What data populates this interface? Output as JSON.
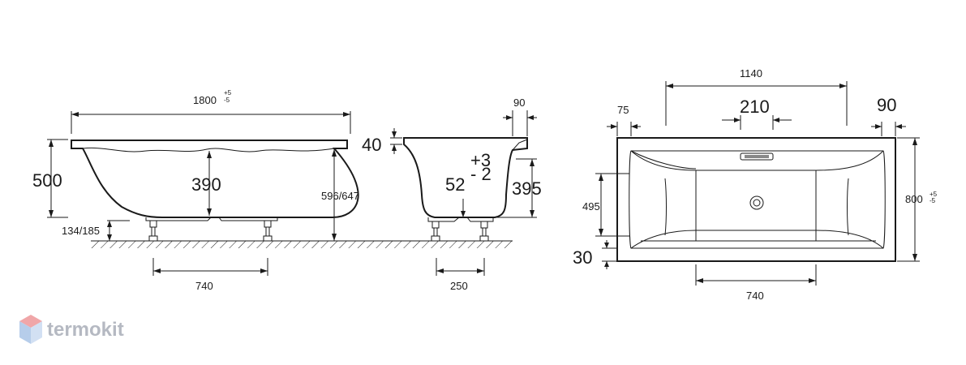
{
  "side_view": {
    "length": "1800",
    "length_tol_plus": "+5",
    "length_tol_minus": "-5",
    "total_height": "500",
    "inner_depth": "390",
    "leg_height": "134/185",
    "overflow_height": "596/647",
    "leg_spacing": "740"
  },
  "end_view": {
    "rim_width": "90",
    "rim_thickness": "40",
    "depth": "395",
    "bottom_dim": "52",
    "bottom_tol_plus": "+3",
    "bottom_tol_minus": "- 2",
    "leg_spacing": "250"
  },
  "top_view": {
    "inner_length": "1140",
    "left_rim": "75",
    "drain_dim": "210",
    "right_rim": "90",
    "width": "800",
    "width_tol_plus": "+5",
    "width_tol_minus": "-5",
    "inner_width": "495",
    "edge_offset": "30",
    "leg_spacing": "740"
  },
  "brand": {
    "name": "termokit",
    "colors": {
      "top": "#f0a6a8",
      "side": "#b6cdea"
    }
  }
}
